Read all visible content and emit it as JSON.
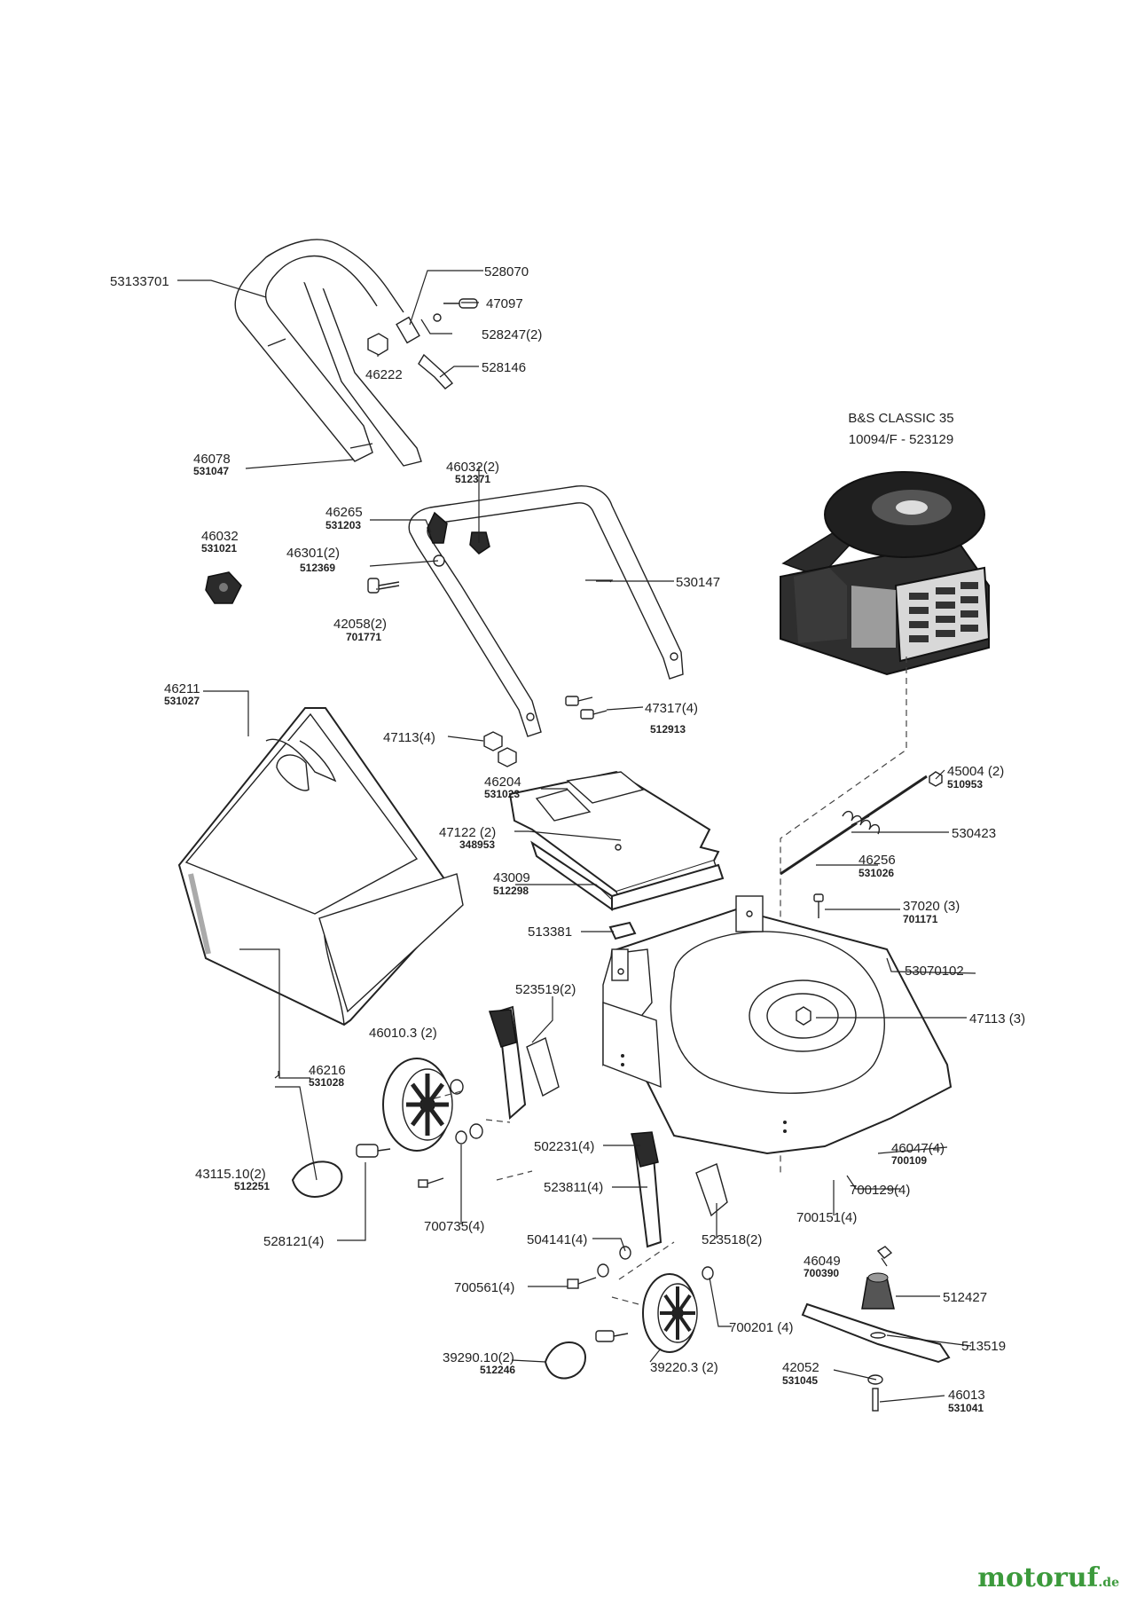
{
  "engine": {
    "line1": "B&S CLASSIC 35",
    "line2": "10094/F - 523129"
  },
  "labels": {
    "handle_upper": "53133701",
    "clamp_528070": "528070",
    "screw_47097": "47097",
    "washer_528247": "528247(2)",
    "nut_46222": "46222",
    "cable_528146": "528146",
    "part_46078": "46078",
    "part_46078_sub": "531047",
    "knob_46032_2": "46032(2)",
    "knob_46032_2_sub": "512371",
    "clip_46265": "46265",
    "clip_46265_sub": "531203",
    "washer_46301": "46301(2)",
    "washer_46301_sub": "512369",
    "knob_46032": "46032",
    "knob_46032_sub": "531021",
    "bolt_42058": "42058(2)",
    "bolt_42058_sub": "701771",
    "handle_lower": "530147",
    "bag_46211": "46211",
    "bag_46211_sub": "531027",
    "screw_47317": "47317(4)",
    "screw_47317_sub": "512913",
    "nut_47113_4": "47113(4)",
    "flap_46204": "46204",
    "flap_46204_sub": "531023",
    "screw_47122": "47122 (2)",
    "screw_47122_sub": "348953",
    "cover_43009": "43009",
    "cover_43009_sub": "512298",
    "rod_45004": "45004 (2)",
    "rod_45004_sub": "510953",
    "spring_530423": "530423",
    "rod_46256": "46256",
    "rod_46256_sub": "531026",
    "bolt_37020": "37020 (3)",
    "bolt_37020_sub": "701171",
    "bracket_513381": "513381",
    "deck": "53070102",
    "nut_47113_3": "47113 (3)",
    "adjuster_523519": "523519(2)",
    "wheel_46010": "46010.3 (2)",
    "frame_46216": "46216",
    "frame_46216_sub": "531028",
    "cap_43115": "43115.10(2)",
    "cap_43115_sub": "512251",
    "lever_502231": "502231(4)",
    "nut_46047": "46047(4)",
    "nut_46047_sub": "700109",
    "washer_700129": "700129(4)",
    "lever_523811": "523811(4)",
    "washer_700151": "700151(4)",
    "screw_700735": "700735(4)",
    "washer_504141": "504141(4)",
    "bracket_523518": "523518(2)",
    "axle_528121": "528121(4)",
    "key_46049": "46049",
    "key_46049_sub": "700390",
    "adapter_512427": "512427",
    "screw_700561": "700561(4)",
    "washer_700201": "700201 (4)",
    "blade_513519": "513519",
    "washer_42052": "42052",
    "washer_42052_sub": "531045",
    "cap_39290": "39290.10(2)",
    "cap_39290_sub": "512246",
    "wheel_39220": "39220.3 (2)",
    "bolt_46013": "46013",
    "bolt_46013_sub": "531041"
  },
  "watermark": {
    "main": "motoruf",
    "suffix": ".de"
  }
}
